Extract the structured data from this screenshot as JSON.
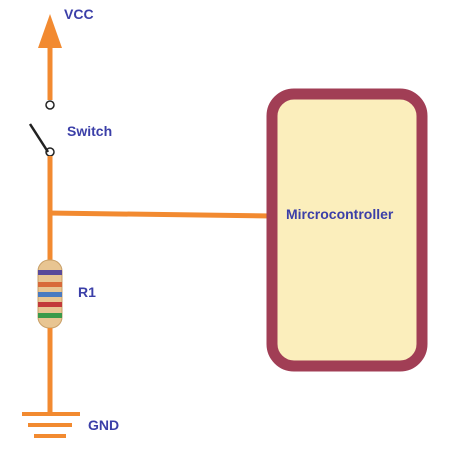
{
  "labels": {
    "vcc": "VCC",
    "switch": "Switch",
    "resistor": "R1",
    "gnd": "GND",
    "microcontroller": "Mircrocontroller"
  },
  "colors": {
    "wire": "#f28a30",
    "label": "#3b3fa8",
    "mcu_fill": "#fbeebc",
    "mcu_border": "#a13e55",
    "switch": "#222222"
  }
}
